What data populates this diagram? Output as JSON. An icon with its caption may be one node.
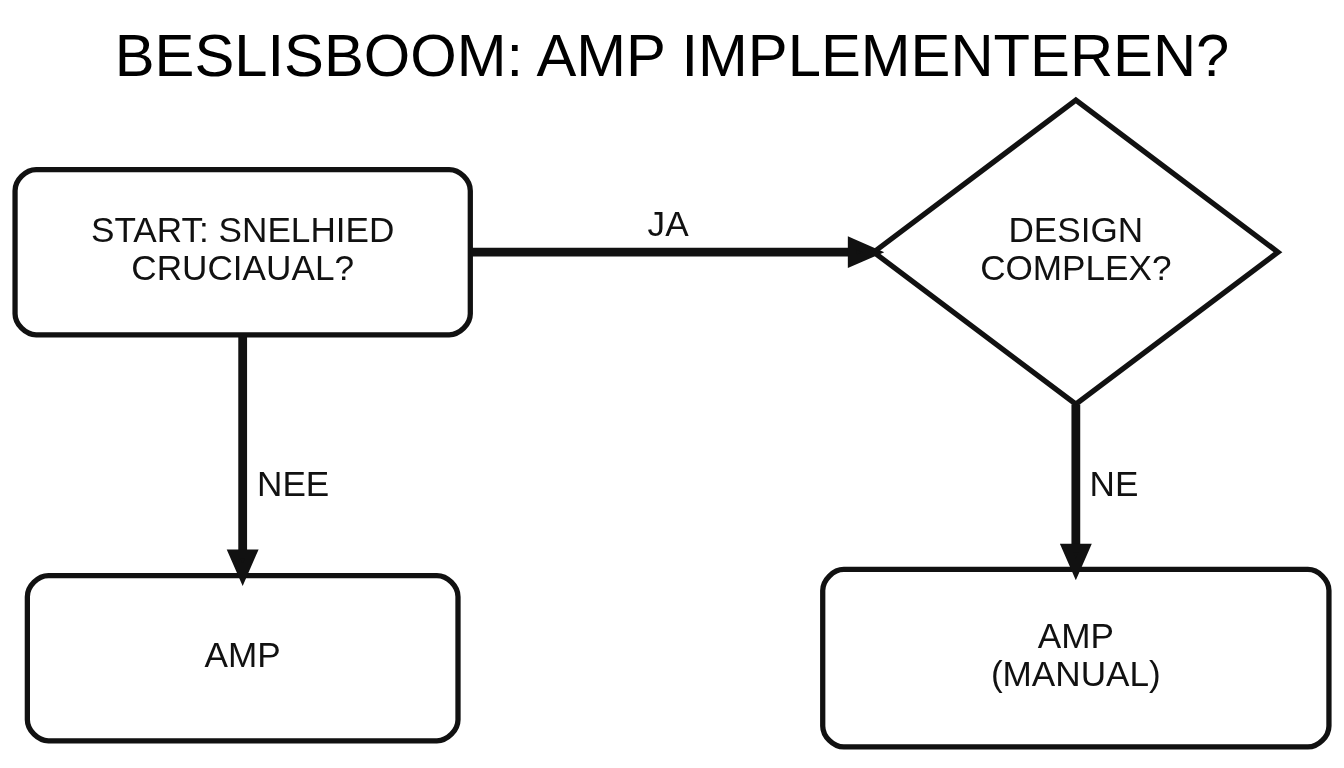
{
  "diagram": {
    "title": "BESLISBOOM: AMP IMPLEMENTEREN?",
    "nodes": [
      {
        "text": [
          "START: SNELHIED CRUCIAUAL?"
        ]
      },
      {
        "text": [
          "DESIGN COMPLEX?"
        ]
      },
      {
        "text": [
          "AMP"
        ]
      },
      {
        "text": [
          "AMP (MANUAL)"
        ]
      }
    ],
    "edges": [
      {
        "from": 0,
        "to": 1,
        "arrow": "to",
        "label": "JA"
      },
      {
        "from": 0,
        "to": 2,
        "arrow": "to",
        "label": "NEE"
      },
      {
        "from": 1,
        "to": 3,
        "arrow": "to",
        "label": "NE"
      }
    ]
  }
}
